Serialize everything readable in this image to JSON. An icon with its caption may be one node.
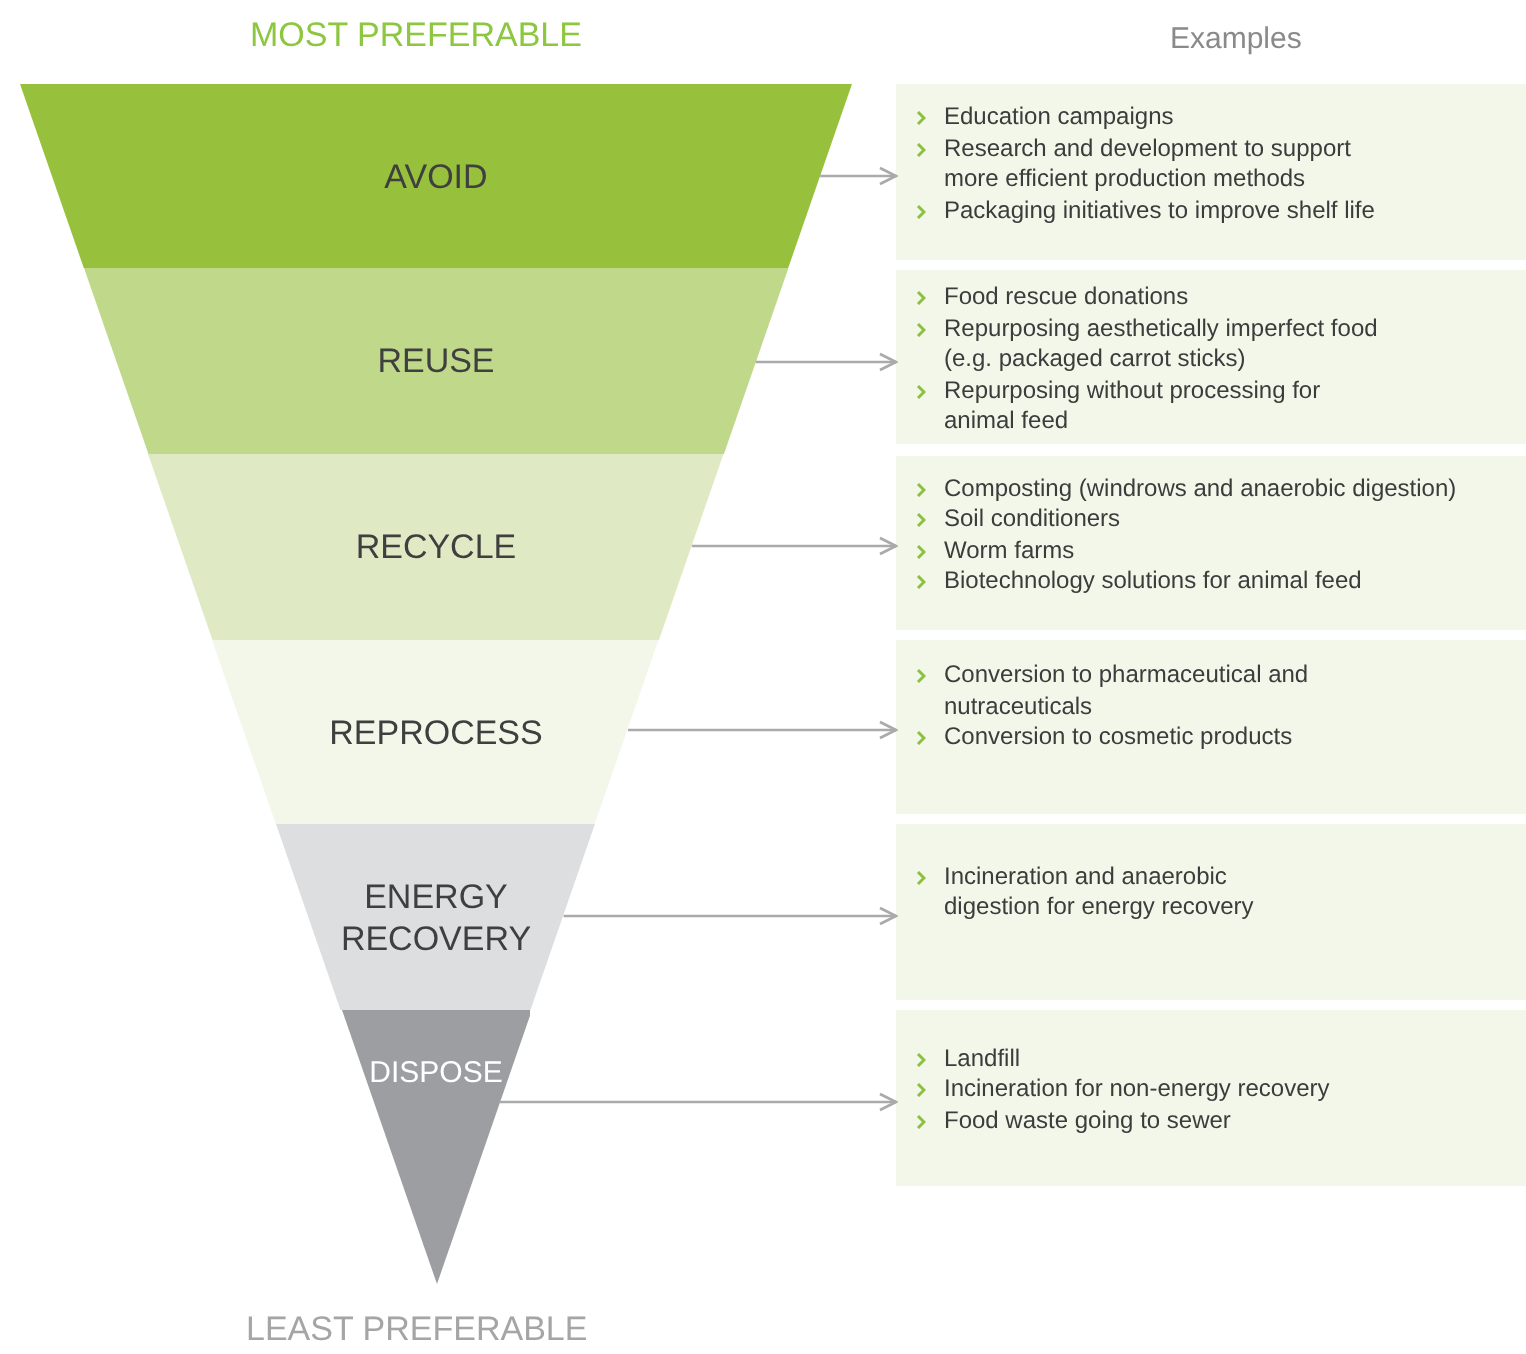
{
  "diagram": {
    "nodes": [
      {
        "text": [
          "AVOID"
        ]
      },
      {
        "text": [
          "REUSE"
        ]
      },
      {
        "text": [
          "RECYCLE"
        ]
      },
      {
        "text": [
          "REPROCESS"
        ]
      },
      {
        "text": [
          "ENERGY RECOVERY"
        ]
      },
      {
        "text": [
          "DISPOSE"
        ]
      },
      {
        "text": [
          "Education campaigns",
          "Research and development to support more efficient production methods",
          "Packaging initiatives to improve shelf life"
        ]
      },
      {
        "text": [
          "Food rescue donations",
          "Repurposing aesthetically imperfect food (e.g. packaged carrot sticks)",
          "Repurposing without processing for animal feed"
        ]
      },
      {
        "text": [
          "Composting (windrows and anaerobic digestion)",
          "Soil conditioners",
          "Worm farms",
          "Biotechnology solutions for animal feed"
        ]
      },
      {
        "text": [
          "Conversion to pharmaceutical and nutraceuticals",
          "Conversion to cosmetic products"
        ]
      },
      {
        "text": [
          "Incineration and anaerobic digestion for energy recovery"
        ]
      },
      {
        "text": [
          "Landfill",
          "Incineration for non-energy recovery",
          "Food waste going to sewer"
        ]
      }
    ],
    "edges": [
      {
        "from": 0,
        "to": 6,
        "arrow": "to"
      },
      {
        "from": 1,
        "to": 7,
        "arrow": "to"
      },
      {
        "from": 2,
        "to": 8,
        "arrow": "to"
      },
      {
        "from": 3,
        "to": 9,
        "arrow": "to"
      },
      {
        "from": 4,
        "to": 10,
        "arrow": "to"
      },
      {
        "from": 5,
        "to": 11,
        "arrow": "to"
      }
    ],
    "labels": [
      "MOST PREFERABLE",
      "Examples",
      "LEAST PREFERABLE"
    ]
  }
}
